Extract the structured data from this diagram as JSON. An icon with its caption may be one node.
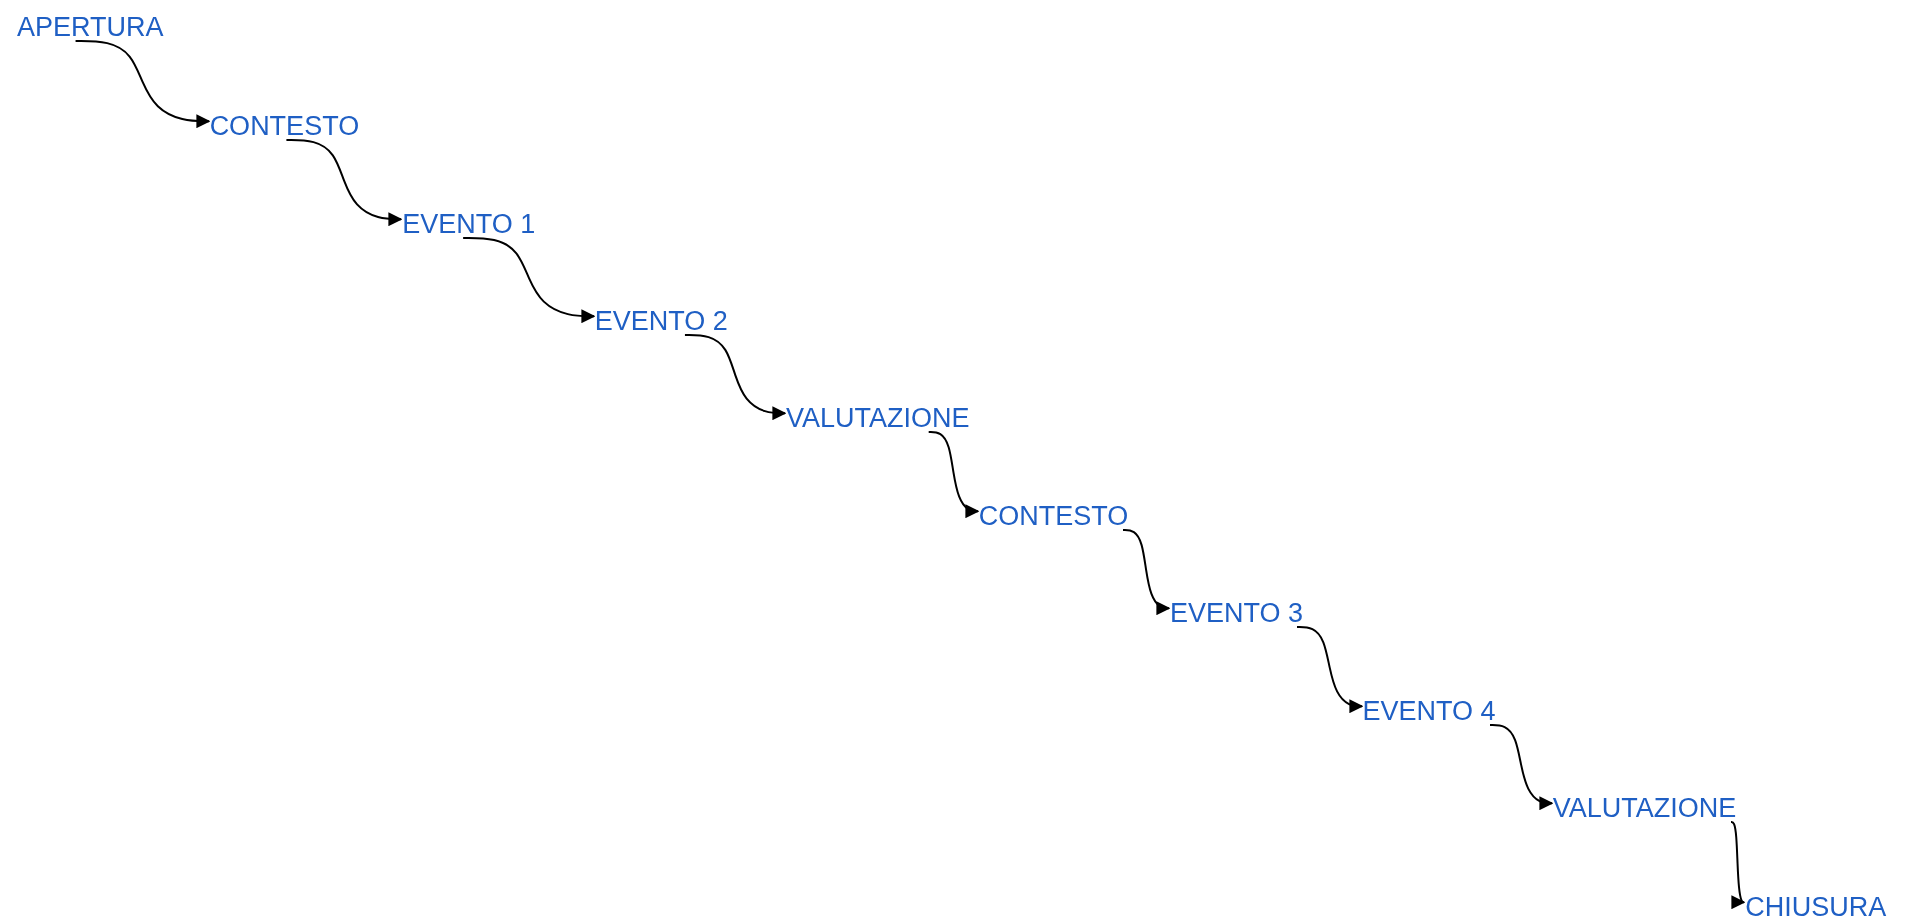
{
  "diagram": {
    "nodes": [
      {
        "text": [
          "APERTURA"
        ]
      },
      {
        "text": [
          "CONTESTO"
        ]
      },
      {
        "text": [
          "EVENTO 1"
        ]
      },
      {
        "text": [
          "EVENTO 2"
        ]
      },
      {
        "text": [
          "VALUTAZIONE"
        ]
      },
      {
        "text": [
          "CONTESTO"
        ]
      },
      {
        "text": [
          "EVENTO 3"
        ]
      },
      {
        "text": [
          "EVENTO 4"
        ]
      },
      {
        "text": [
          "VALUTAZIONE"
        ]
      },
      {
        "text": [
          "CHIUSURA"
        ]
      }
    ],
    "edges": [
      {
        "from": 0,
        "to": 1,
        "arrow": "to"
      },
      {
        "from": 1,
        "to": 2,
        "arrow": "to"
      },
      {
        "from": 2,
        "to": 3,
        "arrow": "to"
      },
      {
        "from": 3,
        "to": 4,
        "arrow": "to"
      },
      {
        "from": 4,
        "to": 5,
        "arrow": "to"
      },
      {
        "from": 5,
        "to": 6,
        "arrow": "to"
      },
      {
        "from": 6,
        "to": 7,
        "arrow": "to"
      },
      {
        "from": 7,
        "to": 8,
        "arrow": "to"
      },
      {
        "from": 8,
        "to": 9,
        "arrow": "to"
      }
    ]
  }
}
